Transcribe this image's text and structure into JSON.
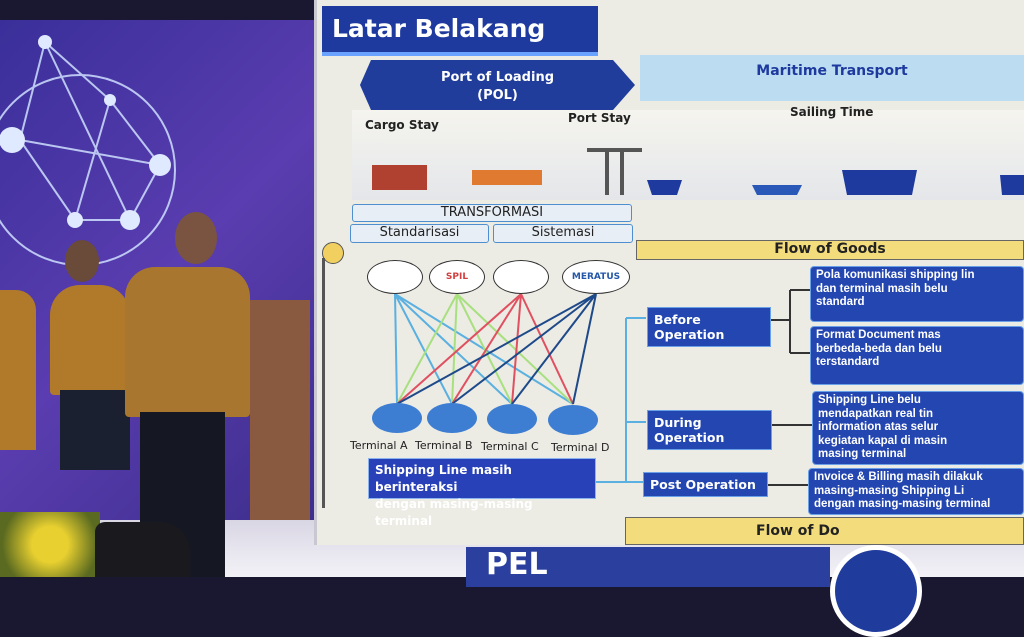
{
  "slide": {
    "title": "Latar Belakang",
    "pol_line1": "Port of Loading",
    "pol_line2": "(POL)",
    "maritime": "Maritime Transport",
    "cargo_stay": "Cargo  Stay",
    "port_stay": "Port Stay",
    "sailing_time": "Sailing Time",
    "transformasi": "TRANSFORMASI",
    "standarisasi": "Standarisasi",
    "sistemasi": "Sistemasi",
    "flow_goods": "Flow of Goods",
    "flow_docs": "Flow of Do",
    "shipping_lines": [
      "",
      "SPIL",
      "",
      "MERATUS"
    ],
    "terminals": [
      "Terminal A",
      "Terminal B",
      "Terminal C",
      "Terminal D"
    ],
    "interaction_note_1": "Shipping Line masih berinteraksi",
    "interaction_note_2": "dengan masing-masing terminal",
    "operations": [
      {
        "label": "Before Operation"
      },
      {
        "label": "During Operation"
      },
      {
        "label": "Post Operation"
      }
    ],
    "descriptions": [
      "Pola komunikasi shipping lin\ndan terminal masih belu\nstandard",
      "Format Document mas\nberbeda-beda dan belu\nterstandard",
      "Shipping Line belu\nmendapatkan real tin\ninformation atas selur\nkegiatan kapal di masin\nmasing terminal",
      "Invoice & Billing masih dilakuk\nmasing-masing Shipping Li\ndengan masing-masing terminal"
    ]
  },
  "stage_banner": "PEL",
  "colors": {
    "slide_blue": "#2446b0",
    "flow_yellow": "#f2dc7c",
    "backdrop_purple": "#4a36a6"
  }
}
